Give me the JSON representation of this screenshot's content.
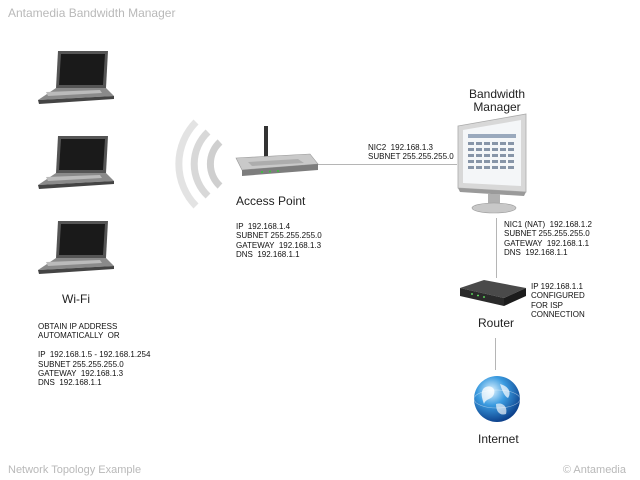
{
  "header": {
    "title": "Antamedia Bandwidth Manager"
  },
  "footer": {
    "left": "Network Topology Example",
    "right": "© Antamedia"
  },
  "wifi": {
    "label": "Wi-Fi",
    "config": [
      "OBTAIN IP ADDRESS",
      "AUTOMATICALLY  OR",
      "",
      "IP  192.168.1.5 - 192.168.1.254",
      "SUBNET 255.255.255.0",
      "GATEWAY  192.168.1.3",
      "DNS  192.168.1.1"
    ]
  },
  "access_point": {
    "label": "Access Point",
    "config": [
      "IP  192.168.1.4",
      "SUBNET 255.255.255.0",
      "GATEWAY  192.168.1.3",
      "DNS  192.168.1.1"
    ]
  },
  "link_ap_bm": {
    "config": [
      "NIC2  192.168.1.3",
      "SUBNET 255.255.255.0"
    ]
  },
  "bandwidth_manager": {
    "label_lines": [
      "Bandwidth",
      "Manager"
    ],
    "nic1": [
      "NIC1 (NAT)  192.168.1.2",
      "SUBNET 255.255.255.0",
      "GATEWAY  192.168.1.1",
      "DNS  192.168.1.1"
    ]
  },
  "router": {
    "label": "Router",
    "config": [
      "IP 192.168.1.1",
      "CONFIGURED",
      "FOR ISP",
      "CONNECTION"
    ]
  },
  "internet": {
    "label": "Internet"
  },
  "icons": {
    "laptop": "laptop-icon",
    "access_point": "wireless-router-icon",
    "wifi_waves": "wifi-signal-icon",
    "monitor": "monitor-icon",
    "router": "router-icon",
    "internet": "globe-icon"
  }
}
